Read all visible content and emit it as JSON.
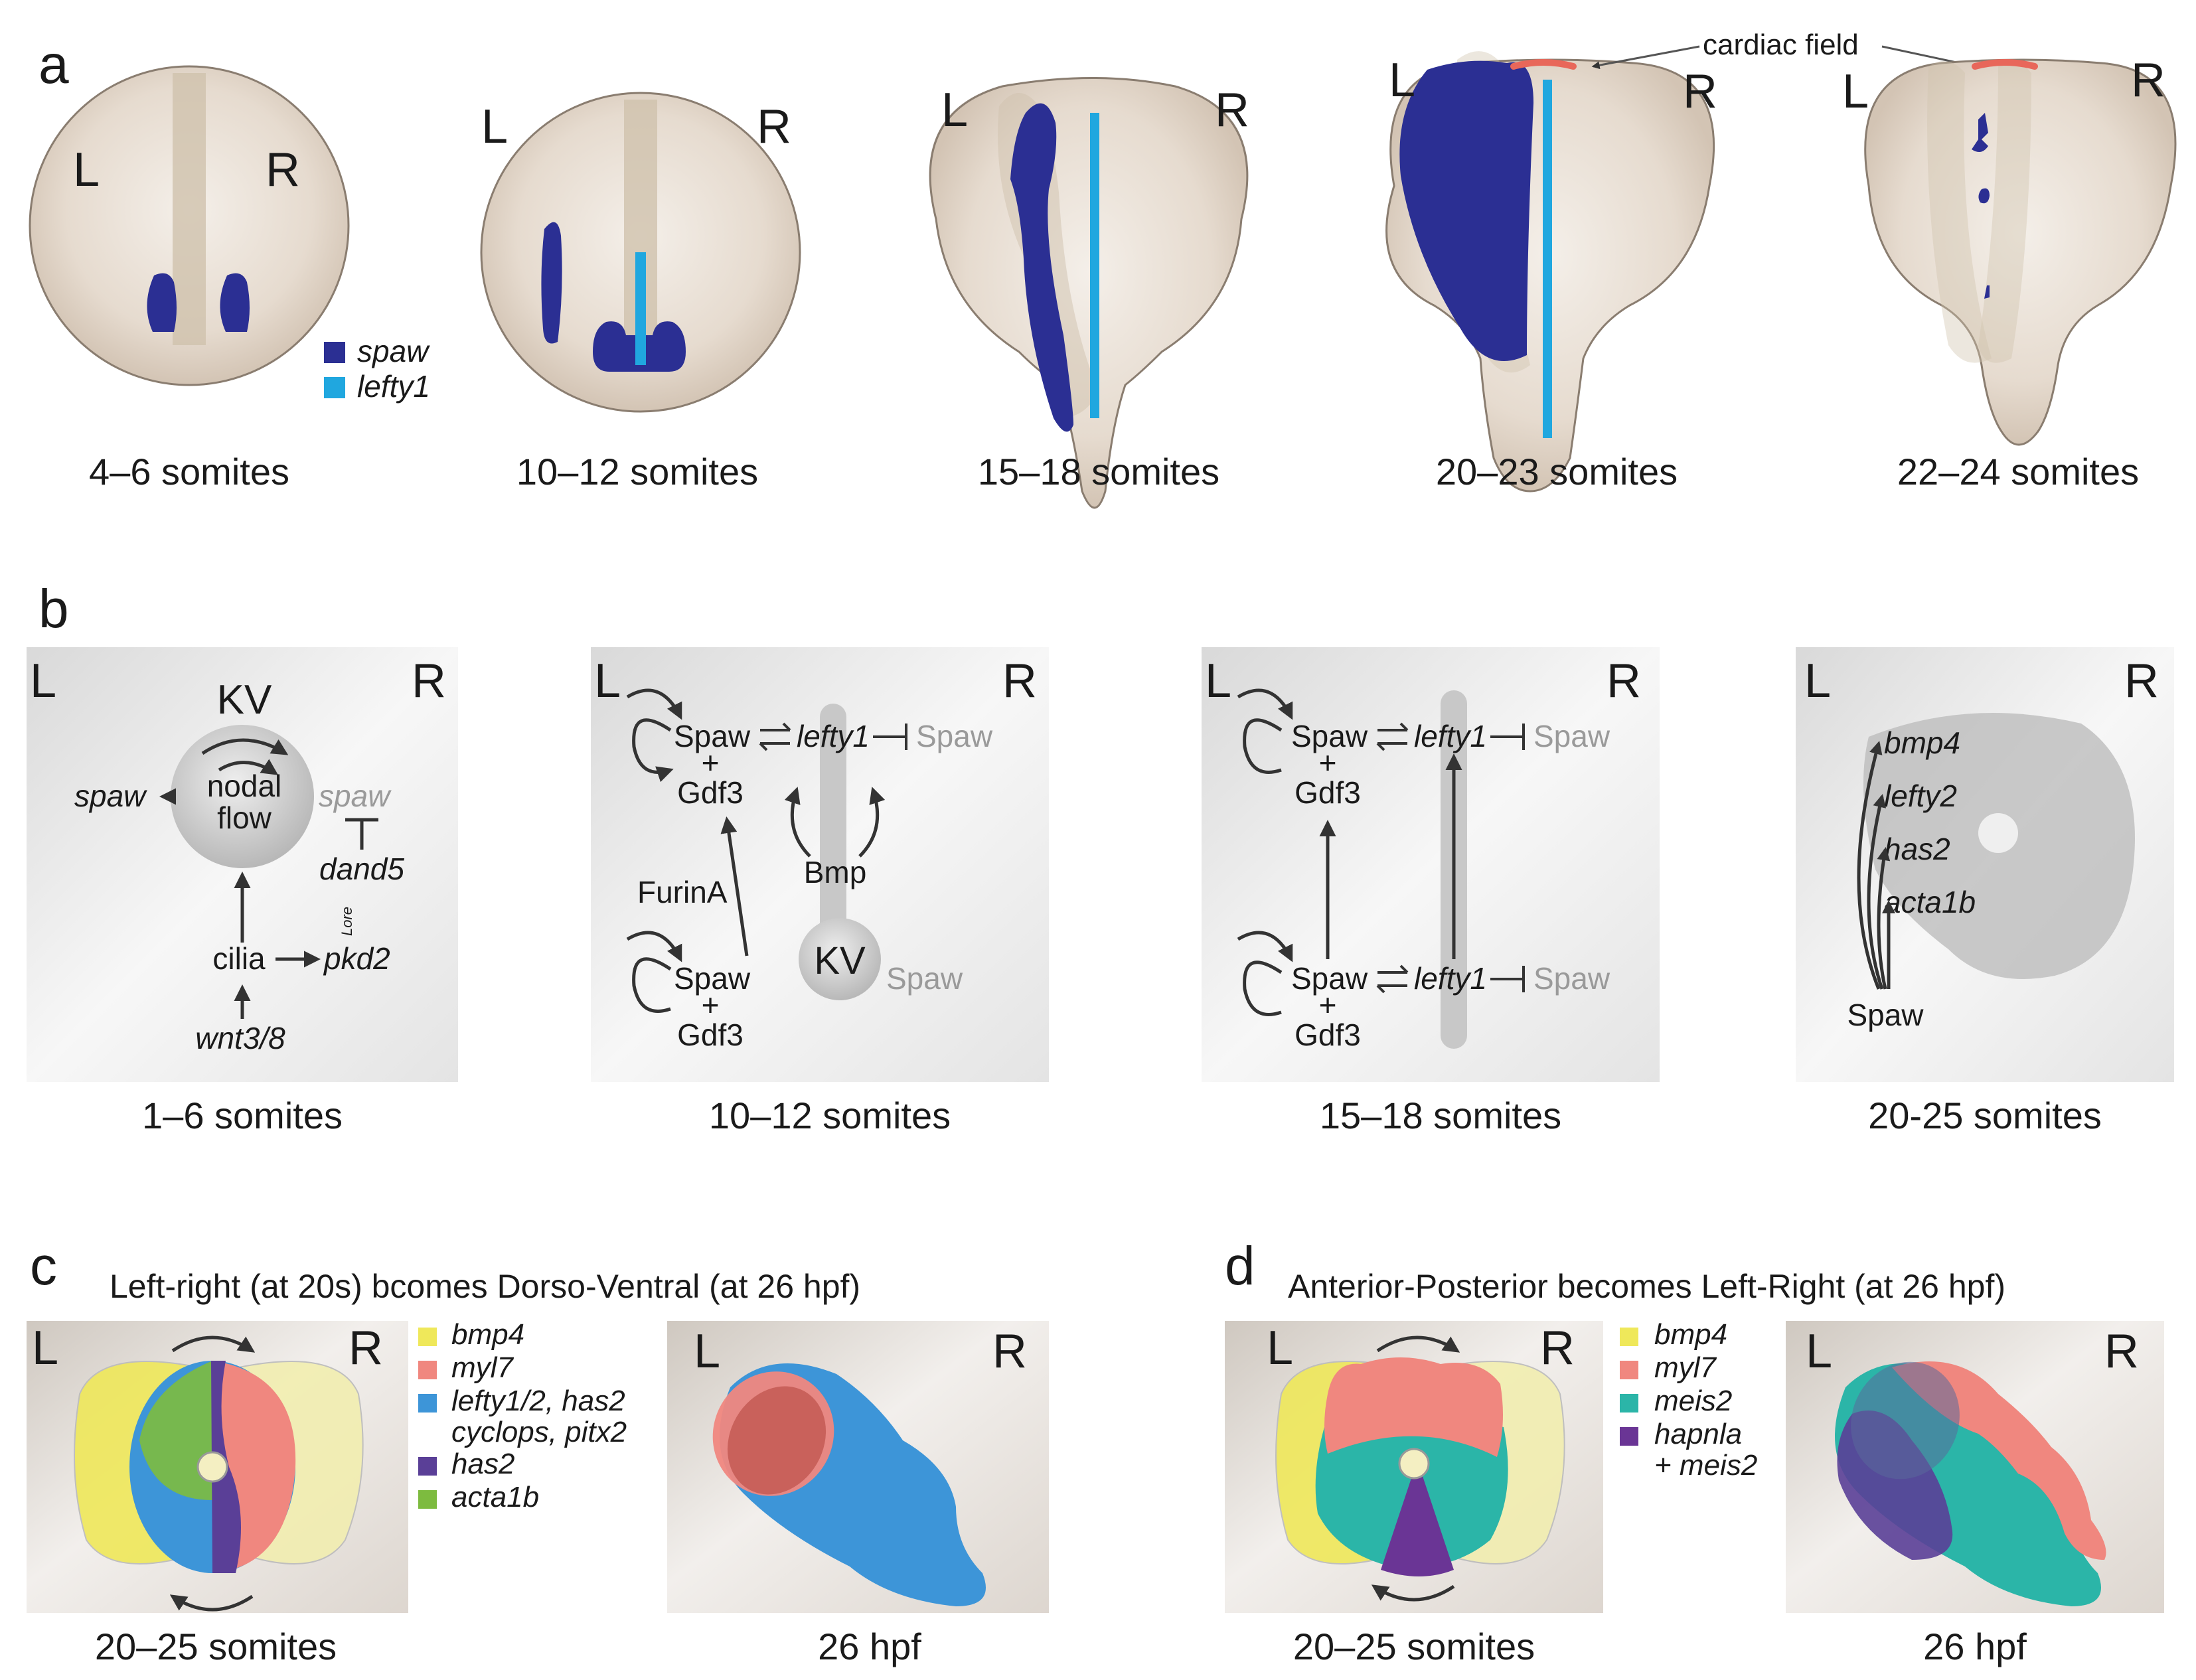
{
  "figure": {
    "panels": {
      "a": "a",
      "b": "b",
      "c": "c",
      "d": "d"
    },
    "side_left": "L",
    "side_right": "R",
    "a": {
      "stages": [
        "4–6 somites",
        "10–12 somites",
        "15–18 somites",
        "20–23 somites",
        "22–24 somites"
      ],
      "legend": [
        {
          "label": "spaw",
          "color": "#2b2f93"
        },
        {
          "label": "lefty1",
          "color": "#20a7df"
        }
      ],
      "cardiac_field": "cardiac field",
      "cardiac_color": "#e8675a"
    },
    "b": {
      "stages": [
        "1–6 somites",
        "10–12 somites",
        "15–18 somites",
        "20-25 somites"
      ],
      "p1": {
        "kv": "KV",
        "flow1": "nodal",
        "flow2": "flow",
        "spaw": "spaw",
        "spaw_grey": "spaw",
        "dand5": "dand5",
        "lore": "Lore",
        "pkd2": "pkd2",
        "cilia": "cilia",
        "wnt": "wnt3/8"
      },
      "p2": {
        "spaw": "Spaw",
        "plus": "+",
        "gdf3": "Gdf3",
        "lefty1": "lefty1",
        "spaw_grey": "Spaw",
        "bmp": "Bmp",
        "furin": "FurinA",
        "kv": "KV"
      },
      "p3": {
        "spaw": "Spaw",
        "plus": "+",
        "gdf3": "Gdf3",
        "lefty1": "lefty1",
        "spaw_grey": "Spaw"
      },
      "p4": {
        "targets": [
          "bmp4",
          "lefty2",
          "has2",
          "acta1b"
        ],
        "spaw": "Spaw"
      }
    },
    "c": {
      "title": "Left-right (at 20s) bcomes Dorso-Ventral (at 26 hpf)",
      "stages": [
        "20–25 somites",
        "26 hpf"
      ],
      "legend": [
        {
          "lines": [
            "bmp4"
          ],
          "color": "#efe85a"
        },
        {
          "lines": [
            "myl7"
          ],
          "color": "#f0877f"
        },
        {
          "lines": [
            "lefty1/2, has2",
            "cyclops, pitx2"
          ],
          "color": "#3d95d8"
        },
        {
          "lines": [
            "has2"
          ],
          "color": "#5a3f97"
        },
        {
          "lines": [
            "acta1b"
          ],
          "color": "#7dbb3f"
        }
      ]
    },
    "d": {
      "title": "Anterior-Posterior becomes Left-Right (at 26 hpf)",
      "stages": [
        "20–25 somites",
        "26 hpf"
      ],
      "legend": [
        {
          "lines": [
            "bmp4"
          ],
          "color": "#efe85a"
        },
        {
          "lines": [
            "myl7"
          ],
          "color": "#f0877f"
        },
        {
          "lines": [
            "meis2"
          ],
          "color": "#2bb5a8"
        },
        {
          "lines": [
            "hapnla",
            "+ meis2"
          ],
          "color": "#6a3595"
        }
      ]
    }
  }
}
